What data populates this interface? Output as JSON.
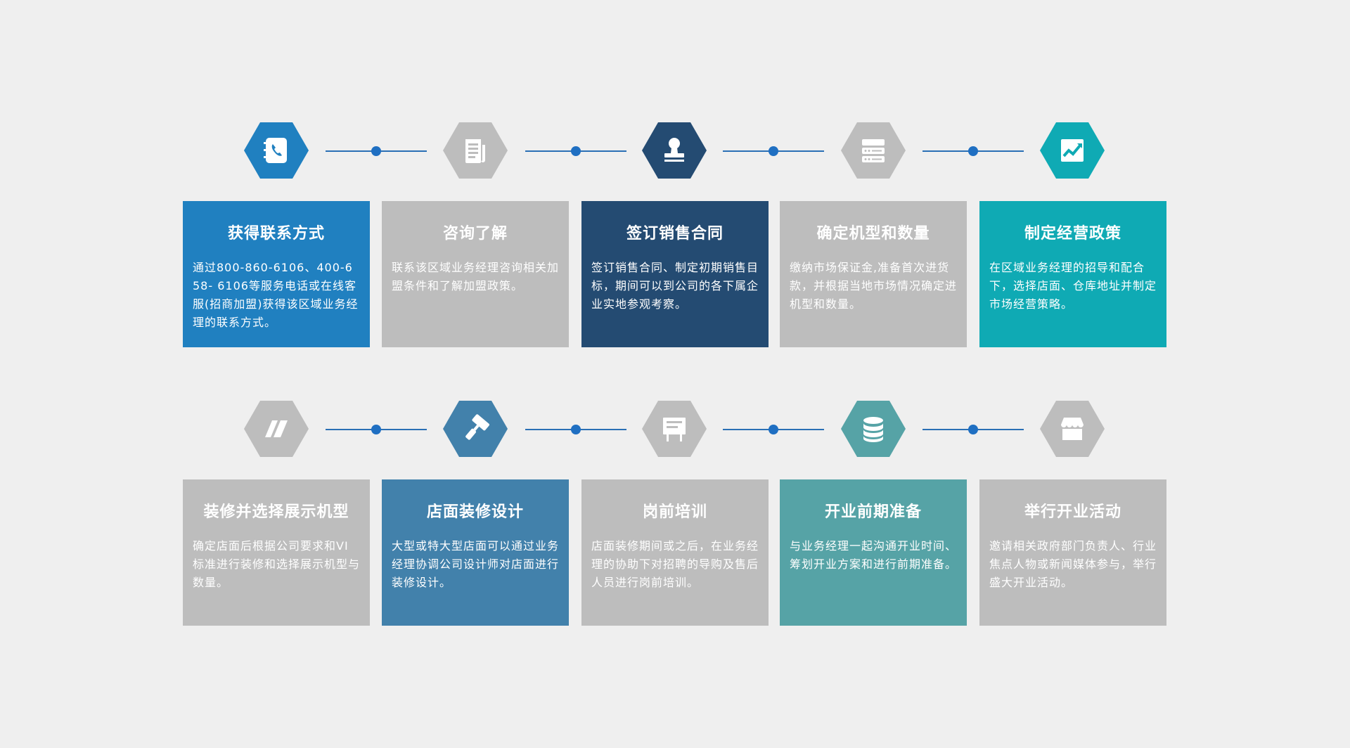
{
  "colors": {
    "blue": "#2080c0",
    "gray": "#bdbdbd",
    "navy": "#244b72",
    "teal": "#0faab4",
    "steel": "#4281ab",
    "sea": "#56a3a6",
    "connector": "#2a6fb5",
    "background": "#efefef"
  },
  "row1": [
    {
      "icon": "phone-book-icon",
      "color": "blue",
      "title": "获得联系方式",
      "desc": "通过800-860-6106、400-658- 6106等服务电话或在线客服(招商加盟)获得该区域业务经理的联系方式。"
    },
    {
      "icon": "document-icon",
      "color": "gray",
      "title": "咨询了解",
      "desc": "联系该区域业务经理咨询相关加盟条件和了解加盟政策。"
    },
    {
      "icon": "stamp-icon",
      "color": "navy",
      "title": "签订销售合同",
      "desc": "签订销售合同、制定初期销售目标，期间可以到公司的各下属企业实地参观考察。"
    },
    {
      "icon": "server-icon",
      "color": "gray",
      "title": "确定机型和数量",
      "desc": "缴纳市场保证金,准备首次进货款，并根据当地市场情况确定进机型和数量。"
    },
    {
      "icon": "growth-chart-icon",
      "color": "teal",
      "title": "制定经营政策",
      "desc": "在区域业务经理的招导和配合下，选择店面、仓库地址并制定市场经营策略。"
    }
  ],
  "row2": [
    {
      "icon": "parallelogram-icon",
      "color": "gray",
      "title": "装修并选择展示机型",
      "desc": "确定店面后根据公司要求和VI标准进行装修和选择展示机型与数量。"
    },
    {
      "icon": "paint-roller-icon",
      "color": "steel",
      "title": "店面装修设计",
      "desc": "大型或特大型店面可以通过业务经理协调公司设计师对店面进行装修设计。"
    },
    {
      "icon": "easel-icon",
      "color": "gray",
      "title": "岗前培训",
      "desc": "店面装修期间或之后，在业务经理的协助下对招聘的导购及售后人员进行岗前培训。"
    },
    {
      "icon": "coins-icon",
      "color": "sea",
      "title": "开业前期准备",
      "desc": "与业务经理一起沟通开业时间、筹划开业方案和进行前期准备。"
    },
    {
      "icon": "shop-icon",
      "color": "gray",
      "title": "举行开业活动",
      "desc": "邀请相关政府部门负责人、行业焦点人物或新闻媒体参与，举行盛大开业活动。"
    }
  ]
}
